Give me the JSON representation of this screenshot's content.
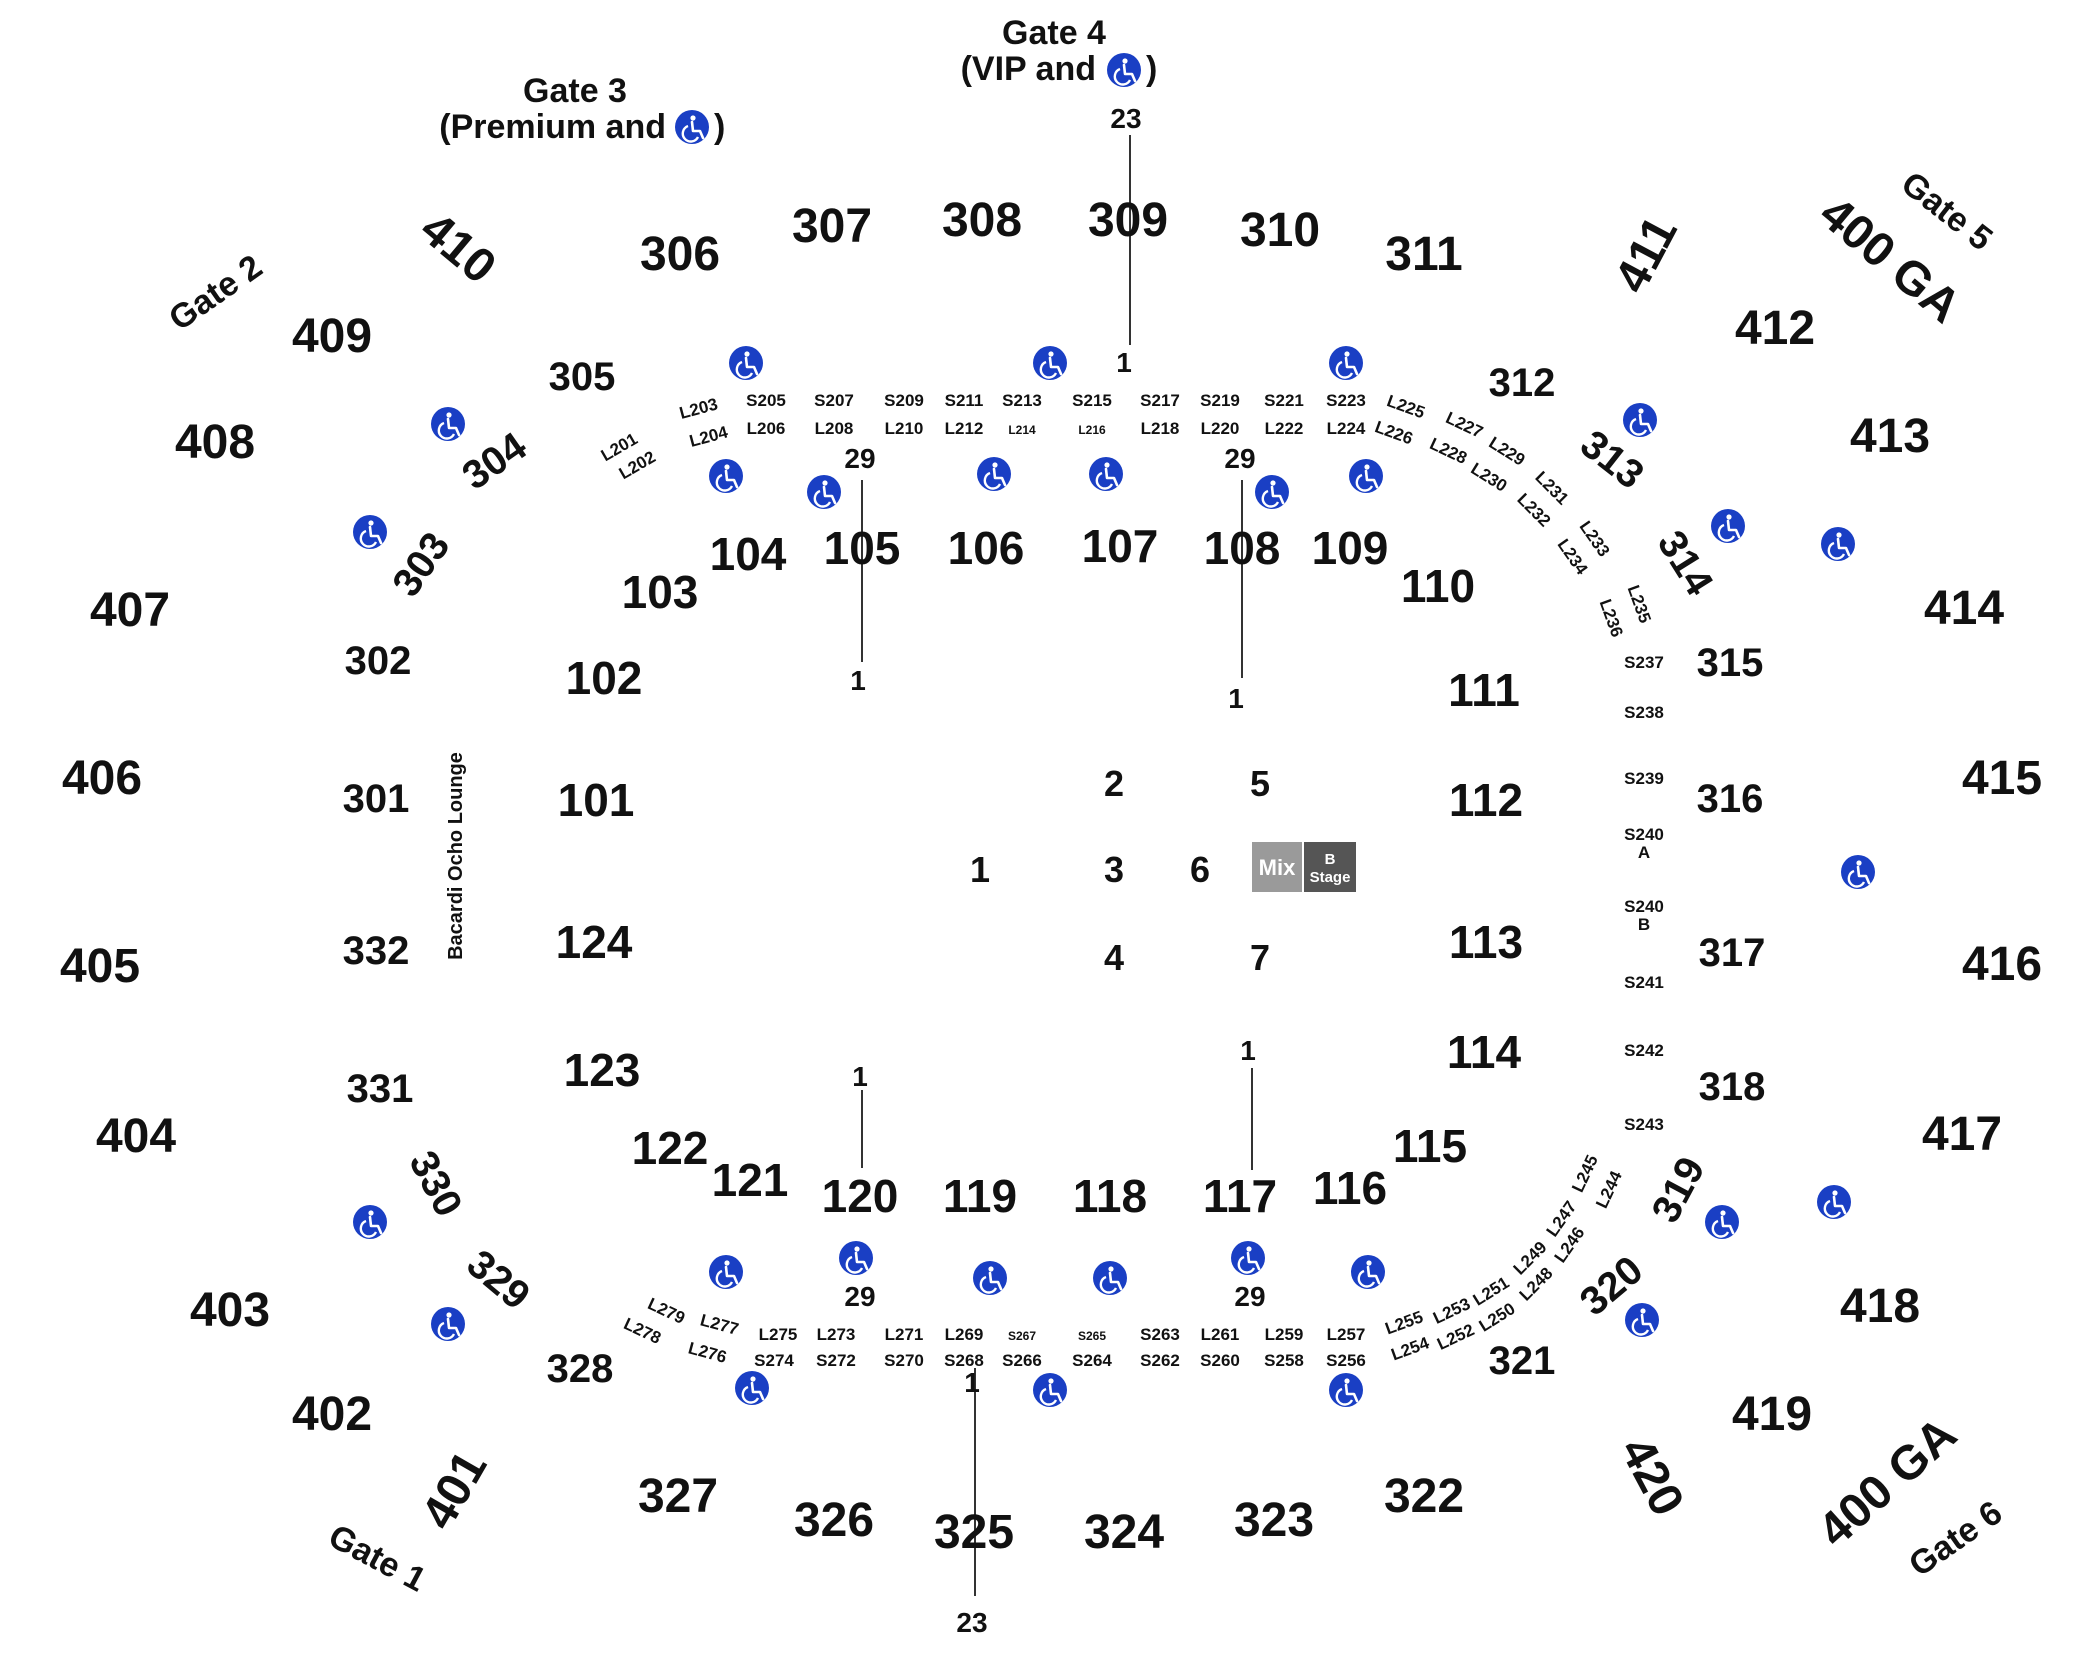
{
  "colors": {
    "accessible": "#1a3fc4",
    "mix_box": "#9a9a9a",
    "stage_box": "#555555",
    "text": "#111111"
  },
  "gates": {
    "gate1": "Gate 1",
    "gate2": "Gate 2",
    "gate3_line1": "Gate 3",
    "gate3_line2a": "(Premium and",
    "gate3_line2b": ")",
    "gate4_line1": "Gate 4",
    "gate4_line2a": "(VIP and",
    "gate4_line2b": ")",
    "gate5": "Gate 5",
    "gate6": "Gate 6"
  },
  "lounge": "Bacardi Ocho Lounge",
  "mix_label": "Mix",
  "stage_line1": "B",
  "stage_line2": "Stage",
  "ga_top": "400 GA",
  "ga_bottom": "400 GA",
  "sections_400": [
    {
      "id": "s410",
      "label": "410"
    },
    {
      "id": "s409",
      "label": "409"
    },
    {
      "id": "s408",
      "label": "408"
    },
    {
      "id": "s407",
      "label": "407"
    },
    {
      "id": "s406",
      "label": "406"
    },
    {
      "id": "s405",
      "label": "405"
    },
    {
      "id": "s404",
      "label": "404"
    },
    {
      "id": "s403",
      "label": "403"
    },
    {
      "id": "s402",
      "label": "402"
    },
    {
      "id": "s401",
      "label": "401"
    },
    {
      "id": "s411",
      "label": "411"
    },
    {
      "id": "s412",
      "label": "412"
    },
    {
      "id": "s413",
      "label": "413"
    },
    {
      "id": "s414",
      "label": "414"
    },
    {
      "id": "s415",
      "label": "415"
    },
    {
      "id": "s416",
      "label": "416"
    },
    {
      "id": "s417",
      "label": "417"
    },
    {
      "id": "s418",
      "label": "418"
    },
    {
      "id": "s419",
      "label": "419"
    },
    {
      "id": "s420",
      "label": "420"
    }
  ],
  "sections_300": [
    {
      "id": "s306",
      "label": "306"
    },
    {
      "id": "s307",
      "label": "307"
    },
    {
      "id": "s308",
      "label": "308"
    },
    {
      "id": "s309",
      "label": "309"
    },
    {
      "id": "s310",
      "label": "310"
    },
    {
      "id": "s311",
      "label": "311"
    },
    {
      "id": "s305",
      "label": "305"
    },
    {
      "id": "s304",
      "label": "304"
    },
    {
      "id": "s303",
      "label": "303"
    },
    {
      "id": "s302",
      "label": "302"
    },
    {
      "id": "s301",
      "label": "301"
    },
    {
      "id": "s332",
      "label": "332"
    },
    {
      "id": "s331",
      "label": "331"
    },
    {
      "id": "s330",
      "label": "330"
    },
    {
      "id": "s329",
      "label": "329"
    },
    {
      "id": "s328",
      "label": "328"
    },
    {
      "id": "s327",
      "label": "327"
    },
    {
      "id": "s326",
      "label": "326"
    },
    {
      "id": "s325",
      "label": "325"
    },
    {
      "id": "s324",
      "label": "324"
    },
    {
      "id": "s323",
      "label": "323"
    },
    {
      "id": "s322",
      "label": "322"
    },
    {
      "id": "s321",
      "label": "321"
    },
    {
      "id": "s320",
      "label": "320"
    },
    {
      "id": "s319",
      "label": "319"
    },
    {
      "id": "s318",
      "label": "318"
    },
    {
      "id": "s317",
      "label": "317"
    },
    {
      "id": "s316",
      "label": "316"
    },
    {
      "id": "s315",
      "label": "315"
    },
    {
      "id": "s314",
      "label": "314"
    },
    {
      "id": "s313",
      "label": "313"
    },
    {
      "id": "s312",
      "label": "312"
    }
  ],
  "sections_100": [
    {
      "id": "s101",
      "label": "101"
    },
    {
      "id": "s102",
      "label": "102"
    },
    {
      "id": "s103",
      "label": "103"
    },
    {
      "id": "s104",
      "label": "104"
    },
    {
      "id": "s105",
      "label": "105"
    },
    {
      "id": "s106",
      "label": "106"
    },
    {
      "id": "s107",
      "label": "107"
    },
    {
      "id": "s108",
      "label": "108"
    },
    {
      "id": "s109",
      "label": "109"
    },
    {
      "id": "s110",
      "label": "110"
    },
    {
      "id": "s111",
      "label": "111"
    },
    {
      "id": "s112",
      "label": "112"
    },
    {
      "id": "s113",
      "label": "113"
    },
    {
      "id": "s114",
      "label": "114"
    },
    {
      "id": "s115",
      "label": "115"
    },
    {
      "id": "s116",
      "label": "116"
    },
    {
      "id": "s117",
      "label": "117"
    },
    {
      "id": "s118",
      "label": "118"
    },
    {
      "id": "s119",
      "label": "119"
    },
    {
      "id": "s120",
      "label": "120"
    },
    {
      "id": "s121",
      "label": "121"
    },
    {
      "id": "s122",
      "label": "122"
    },
    {
      "id": "s123",
      "label": "123"
    },
    {
      "id": "s124",
      "label": "124"
    }
  ],
  "floor": [
    {
      "id": "f1",
      "label": "1"
    },
    {
      "id": "f2",
      "label": "2"
    },
    {
      "id": "f3",
      "label": "3"
    },
    {
      "id": "f4",
      "label": "4"
    },
    {
      "id": "f5",
      "label": "5"
    },
    {
      "id": "f6",
      "label": "6"
    },
    {
      "id": "f7",
      "label": "7"
    }
  ],
  "suites_top_s": [
    "S205",
    "S207",
    "S209",
    "S211",
    "S213",
    "S215",
    "S217",
    "S219",
    "S221",
    "S223"
  ],
  "suites_top_l": [
    "L206",
    "L208",
    "L210",
    "L212",
    "L214",
    "L216",
    "L218",
    "L220",
    "L222",
    "L224"
  ],
  "suites_top_left": [
    "L201",
    "L202",
    "L203",
    "L204"
  ],
  "suites_top_right": [
    "L225",
    "L226",
    "L227",
    "L228",
    "L229",
    "L230",
    "L231",
    "L232",
    "L233",
    "L234",
    "L235",
    "L236"
  ],
  "suites_right": [
    "S237",
    "S238",
    "S239",
    "S240",
    "A",
    "S240",
    "B",
    "S241",
    "S242",
    "S243"
  ],
  "suites_bottom_s": [
    "S274",
    "S272",
    "S270",
    "S268",
    "S266",
    "S264",
    "S262",
    "S260",
    "S258",
    "S256"
  ],
  "suites_bottom_l": [
    "L275",
    "L273",
    "L271",
    "L269",
    "S267",
    "S265",
    "S263",
    "L261",
    "L259",
    "L257"
  ],
  "suites_bottom_left": [
    "L279",
    "L278",
    "L277",
    "L276"
  ],
  "suites_bottom_right": [
    "L255",
    "L254",
    "L253",
    "L252",
    "L251",
    "L250",
    "L249",
    "L248",
    "L247",
    "L246",
    "L245",
    "L244"
  ],
  "rows": {
    "r_top_23": "23",
    "r_top_1": "1",
    "r_105_29": "29",
    "r_105_1": "1",
    "r_108_29": "29",
    "r_108_1": "1",
    "r_120_1": "1",
    "r_120_29": "29",
    "r_117_1": "1",
    "r_117_29": "29",
    "r_325_1": "1",
    "r_325_23": "23"
  }
}
